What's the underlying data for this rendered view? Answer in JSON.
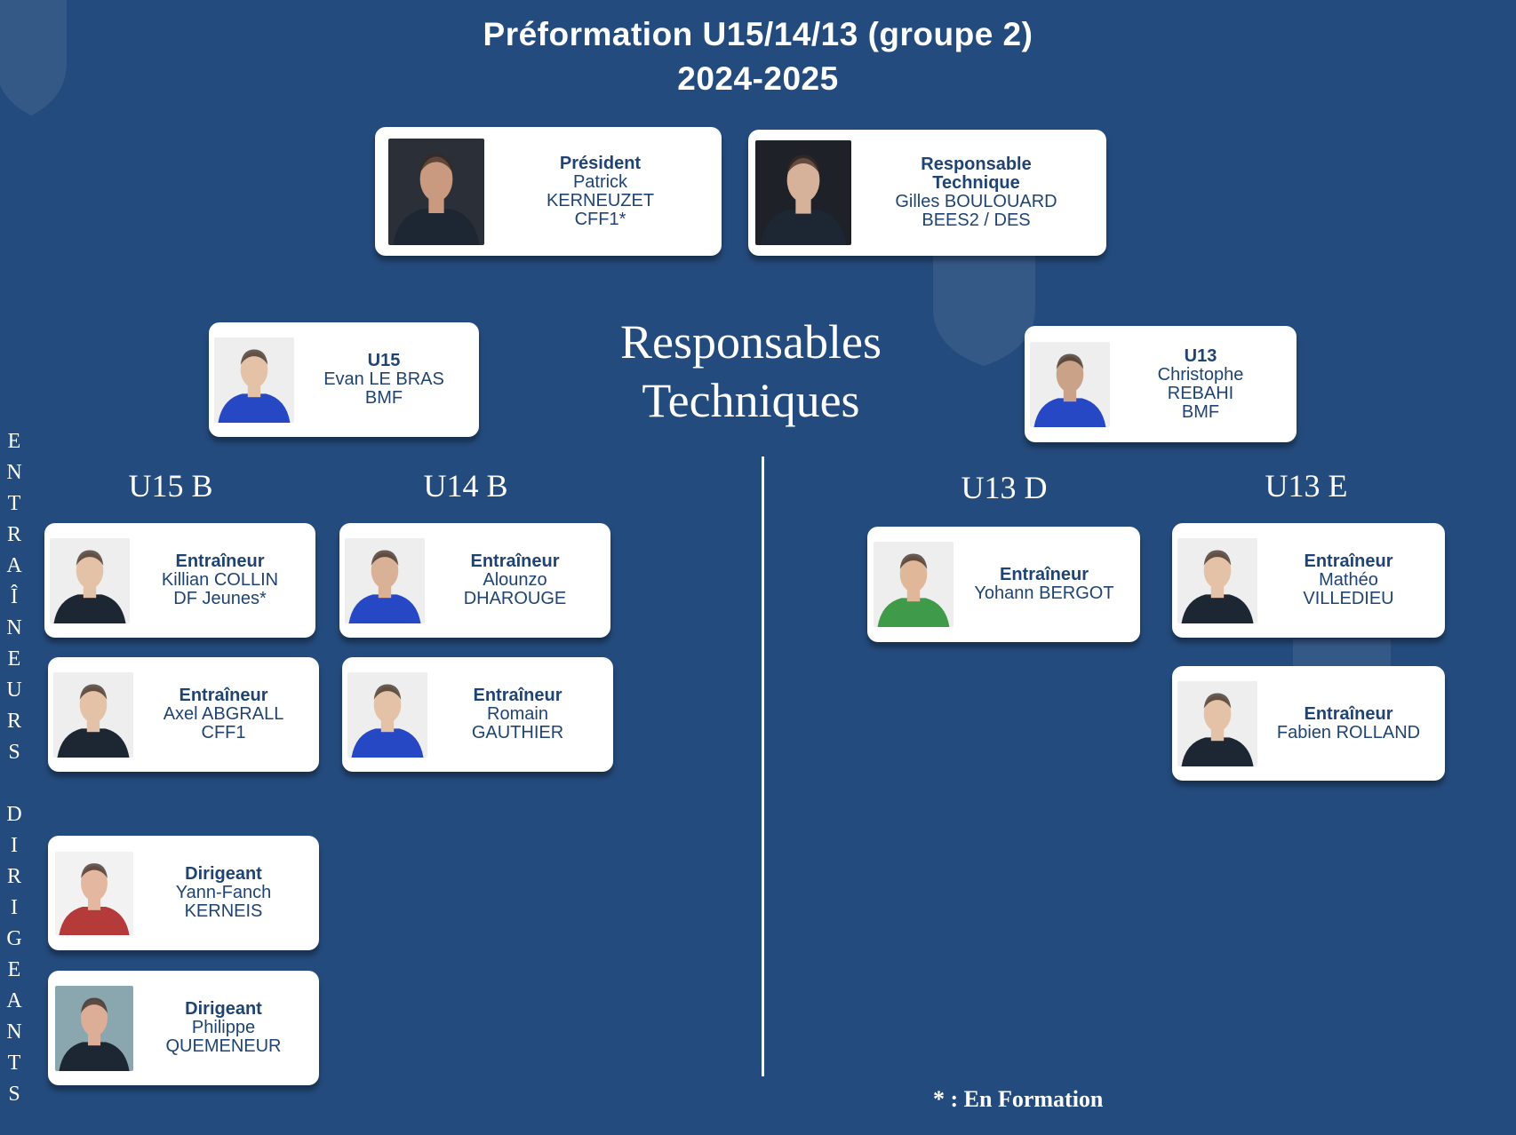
{
  "title": {
    "line1": "Préformation U15/14/13 (groupe 2)",
    "line2": "2024-2025"
  },
  "center_heading": {
    "line1": "Responsables",
    "line2": "Techniques"
  },
  "side_label_entraineurs": [
    "E",
    "N",
    "T",
    "R",
    "A",
    "Î",
    "N",
    "E",
    "U",
    "R",
    "S"
  ],
  "side_label_dirigeants": [
    "D",
    "I",
    "R",
    "I",
    "G",
    "E",
    "A",
    "N",
    "T",
    "S"
  ],
  "groups": {
    "u15b": "U15 B",
    "u14b": "U14 B",
    "u13d": "U13 D",
    "u13e": "U13 E"
  },
  "cards": {
    "president": {
      "role": "Président",
      "lines": [
        "Patrick",
        "KERNEUZET",
        "CFF1*"
      ]
    },
    "resp_tech": {
      "role": "Responsable Technique",
      "lines": [
        "Gilles BOULOUARD",
        "BEES2 / DES"
      ]
    },
    "u15": {
      "role": "U15",
      "lines": [
        "Evan LE BRAS",
        "BMF"
      ]
    },
    "u13": {
      "role": "U13",
      "lines": [
        "Christophe",
        "REBAHI",
        "BMF"
      ]
    },
    "u15b_1": {
      "role": "Entraîneur",
      "lines": [
        "Killian COLLIN",
        "DF Jeunes*"
      ]
    },
    "u15b_2": {
      "role": "Entraîneur",
      "lines": [
        "Axel ABGRALL",
        "CFF1"
      ]
    },
    "u14b_1": {
      "role": "Entraîneur",
      "lines": [
        "Alounzo",
        "DHAROUGE"
      ]
    },
    "u14b_2": {
      "role": "Entraîneur",
      "lines": [
        "Romain",
        "GAUTHIER"
      ]
    },
    "u13d_1": {
      "role": "Entraîneur",
      "lines": [
        "Yohann BERGOT"
      ]
    },
    "u13e_1": {
      "role": "Entraîneur",
      "lines": [
        "Mathéo",
        "VILLEDIEU"
      ]
    },
    "u13e_2": {
      "role": "Entraîneur",
      "lines": [
        "Fabien ROLLAND"
      ]
    },
    "dir_1": {
      "role": "Dirigeant",
      "lines": [
        "Yann-Fanch",
        "KERNEIS"
      ]
    },
    "dir_2": {
      "role": "Dirigeant",
      "lines": [
        "Philippe",
        "QUEMENEUR"
      ]
    }
  },
  "footnote": "* : En Formation",
  "colors": {
    "background": "#244b7d",
    "card": "#ffffff",
    "text": "#1f4372",
    "kit_dark": "#1c2733",
    "kit_blue": "#2748c4",
    "kit_green": "#3f9b4a",
    "kit_red": "#b53a3a"
  }
}
